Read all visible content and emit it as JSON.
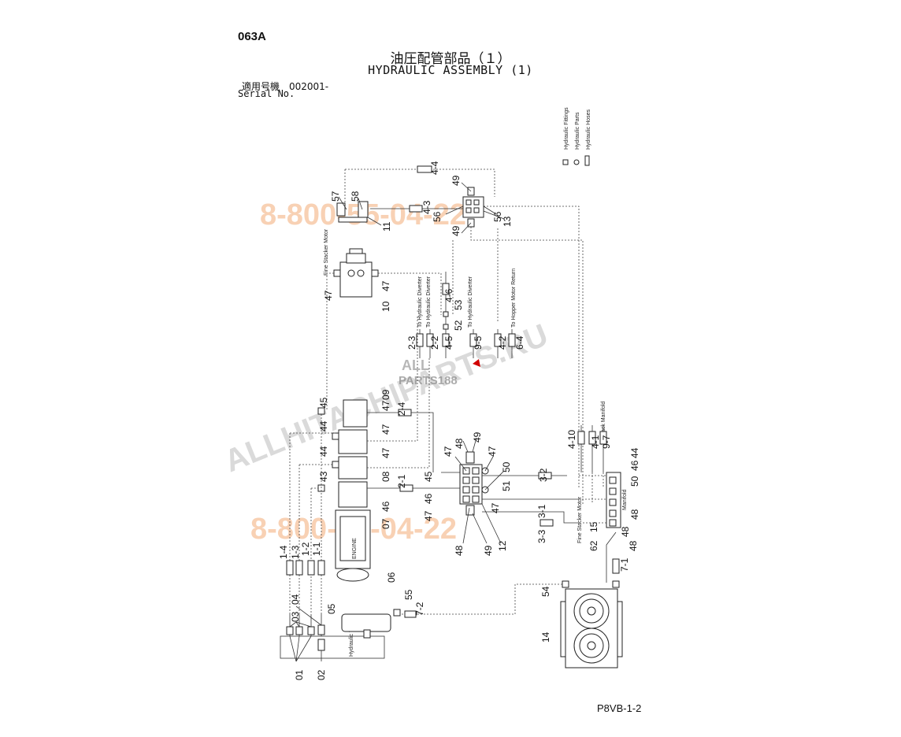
{
  "header": {
    "page_code": "063A",
    "title_jp": "油圧配管部品（１）",
    "title_en": "HYDRAULIC ASSEMBLY (1)",
    "serial_jp": "適用号機　002001-",
    "serial_en": "Serial No."
  },
  "footer": {
    "code": "P8VB-1-2"
  },
  "legend": {
    "fittings": "Hydraulic Fittings",
    "parts": "Hydraulic Parts",
    "hoses": "Hydraulic Hoses"
  },
  "watermarks": {
    "phone_top": "8-800-55-04-22",
    "phone_bottom": "8-800-55-04-22",
    "site": "ALLHITACHIPARTS.RU",
    "logo_top": "ALL",
    "logo_bottom": "PARTS188"
  },
  "annotations": {
    "fine_stacker_motor_top": "Fine Stacker Motor",
    "fine_stacker_motor_bottom": "Fine Stacker Motor",
    "to_hydraulic_diverter_1": "To Hydraulic Diverter",
    "to_hydraulic_diverter_2": "To Hydraulic Diverter",
    "to_hydraulic_diverter_3": "To Hydraulic Diverter",
    "to_hopper_motor_return": "To Hopper Motor Return",
    "to_stack_manifold": "To Stack Manifold",
    "manifold": "Manifold",
    "engine": "ENGINE",
    "hydraulic_tank": "Hydraulic Tank"
  },
  "callouts": {
    "c57": "57",
    "c58": "58",
    "c11": "11",
    "c49a": "49",
    "c49b": "49",
    "c56a": "56",
    "c56b": "56",
    "c13": "13",
    "h44top": "4-4",
    "h43top": "4-3",
    "c47a": "47",
    "c47b": "47",
    "c10": "10",
    "h46": "4-6",
    "c53": "53",
    "c52": "52",
    "h45": "4-5",
    "h23": "2-3",
    "h22": "2-2",
    "h95": "9-5",
    "h42": "4-2",
    "h64": "6-4",
    "c09": "09",
    "c45a": "45",
    "c47c": "47",
    "h24": "2-4",
    "c44a": "44",
    "c47d": "47",
    "c44b": "44",
    "c47e": "47",
    "c08": "08",
    "c43": "43",
    "h21": "2-1",
    "c46a": "46",
    "c07": "07",
    "c06": "06",
    "c48a": "48",
    "c49c": "49",
    "c47f": "47",
    "c47g": "47",
    "c50a": "50",
    "c45b": "45",
    "c51": "51",
    "c46b": "46",
    "c47h": "47",
    "c47i": "47",
    "c48b": "48",
    "c49d": "49",
    "c12": "12",
    "h32": "3-2",
    "h31": "3-1",
    "h33": "3-3",
    "h410": "4-10",
    "h41": "4-1",
    "h97": "9-7",
    "c50b": "50",
    "c46c": "46",
    "c44c": "44",
    "c48c": "48",
    "c48d": "48",
    "c15": "15",
    "c62": "62",
    "c48e": "48",
    "h71": "7-1",
    "c54": "54",
    "c14": "14",
    "c55": "55",
    "h72": "7-2",
    "c05": "05",
    "h14": "1-4",
    "h13": "1-3",
    "h12": "1-2",
    "h11": "1-1",
    "c03": "03",
    "c04": "04",
    "c01": "01",
    "c02": "02"
  }
}
